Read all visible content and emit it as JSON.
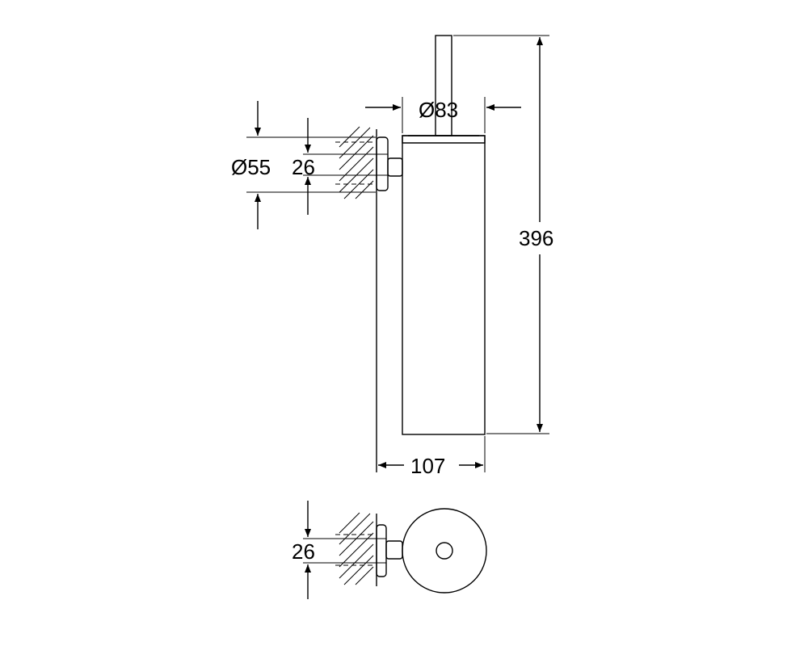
{
  "colors": {
    "line": "#000000",
    "background": "#ffffff"
  },
  "dimensions": {
    "overall_height": "396",
    "top_diameter": "Ø83",
    "projection_from_wall": "107",
    "rosette_diameter": "Ø55",
    "rosette_arm_height": "26",
    "bottom_view_arm_height": "26"
  }
}
